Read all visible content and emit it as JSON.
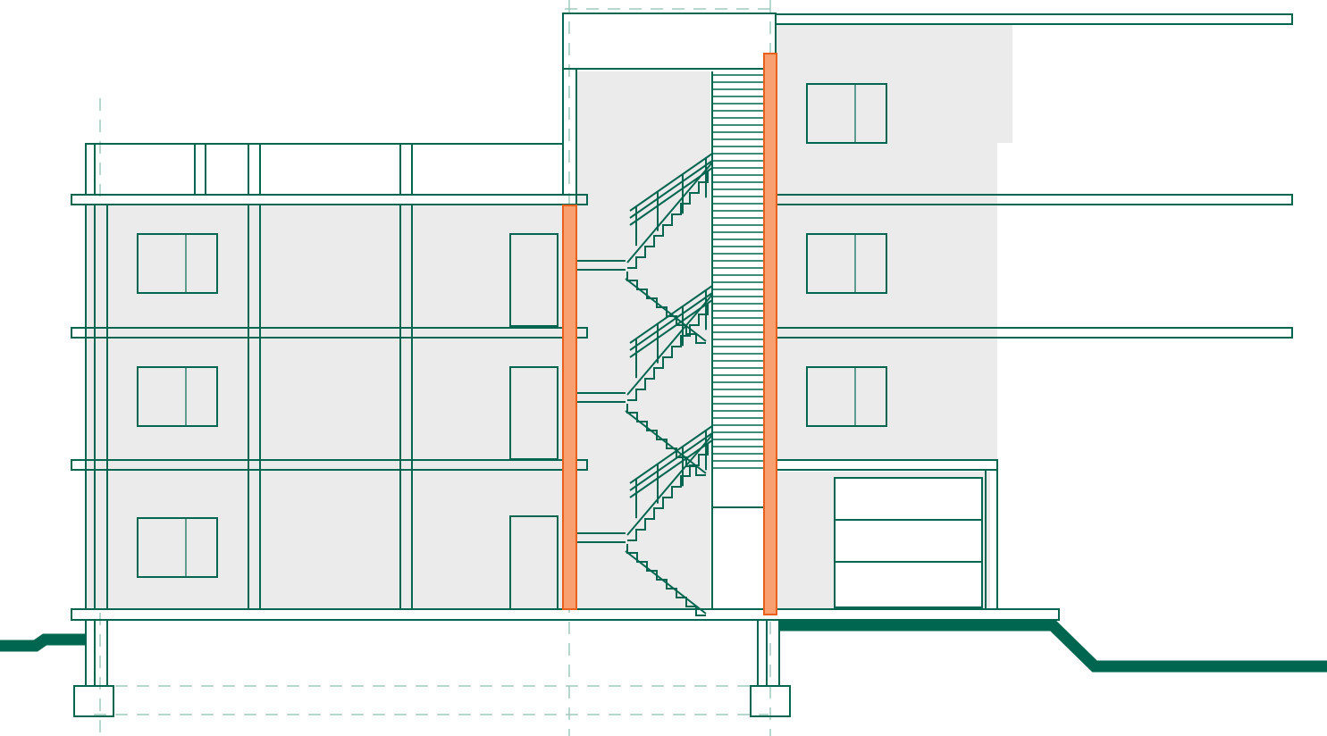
{
  "drawing": {
    "type": "building-section-elevation",
    "floors_left_block": 3,
    "floors_right_block": 4,
    "stair_flights": 3,
    "highlighted_columns": 2,
    "windows_left_block": 3,
    "doors_left_block": 3,
    "windows_right_block": 3,
    "garage_door_panels": 3
  },
  "colors": {
    "line": "#00664f",
    "wall_fill": "#ebebeb",
    "highlight_fill": "#f8a070",
    "highlight_stroke": "#e8601c",
    "ground": "#00664f",
    "grid_dash": "#9fc9bd",
    "background": "#ffffff"
  }
}
